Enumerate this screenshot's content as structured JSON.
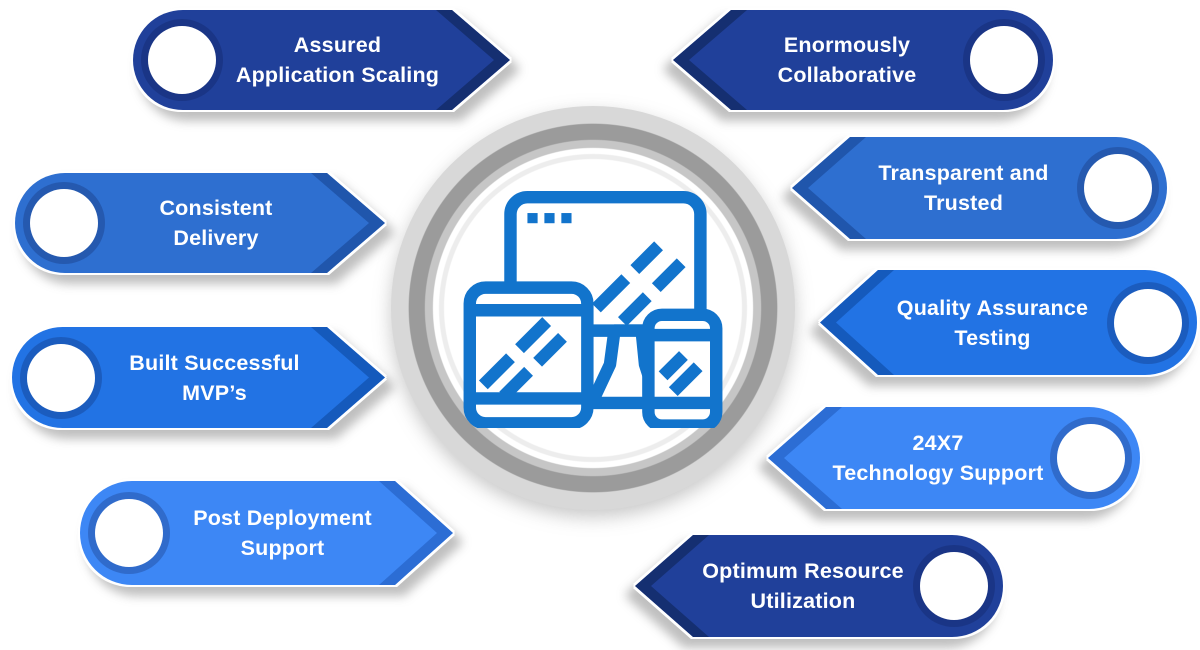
{
  "center": {
    "icon": "responsive-devices-icon"
  },
  "icon_color": "#1274CC",
  "banners": {
    "left": [
      {
        "line1": "Assured",
        "line2": "Application Scaling",
        "color": "#20409A",
        "fold": "#152E6E"
      },
      {
        "line1": "Consistent",
        "line2": "Delivery",
        "color": "#2E6FD0",
        "fold": "#1F54A8"
      },
      {
        "line1": "Built Successful",
        "line2": "MVP’s",
        "color": "#2273E4",
        "fold": "#1558B8"
      },
      {
        "line1": "Post Deployment",
        "line2": "Support",
        "color": "#3D87F5",
        "fold": "#2A6AD0"
      }
    ],
    "right": [
      {
        "line1": "Enormously",
        "line2": "Collaborative",
        "color": "#20409A",
        "fold": "#152E6E"
      },
      {
        "line1": "Transparent and",
        "line2": "Trusted",
        "color": "#2E6FD0",
        "fold": "#1F54A8"
      },
      {
        "line1": "Quality Assurance",
        "line2": "Testing",
        "color": "#2273E4",
        "fold": "#1558B8"
      },
      {
        "line1": "24X7",
        "line2": "Technology Support",
        "color": "#3D87F5",
        "fold": "#2A6AD0"
      },
      {
        "line1": "Optimum Resource",
        "line2": "Utilization",
        "color": "#20409A",
        "fold": "#152E6E"
      }
    ]
  }
}
